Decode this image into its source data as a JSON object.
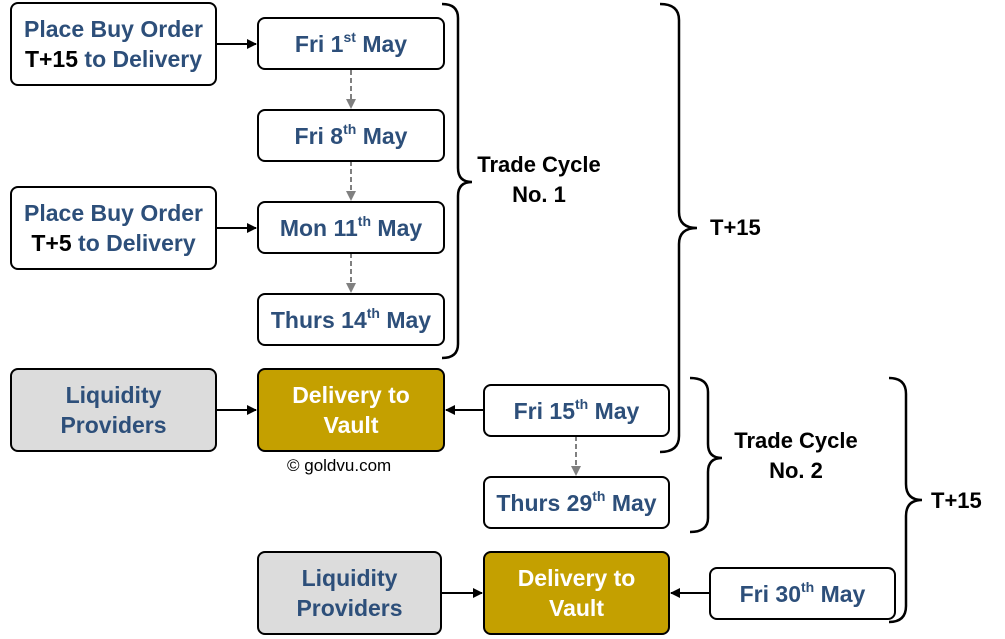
{
  "order_boxes": [
    {
      "line1": "Place Buy Order",
      "line2_highlight": "T+15",
      "line2_rest": " to Delivery"
    },
    {
      "line1": "Place Buy Order",
      "line2_highlight": "T+5",
      "line2_rest": " to Delivery"
    }
  ],
  "dates": [
    {
      "prefix": "Fri 1",
      "sup": "st",
      "suffix": " May"
    },
    {
      "prefix": "Fri 8",
      "sup": "th",
      "suffix": " May"
    },
    {
      "prefix": "Mon 11",
      "sup": "th",
      "suffix": " May"
    },
    {
      "prefix": "Thurs 14",
      "sup": "th",
      "suffix": " May"
    },
    {
      "prefix": "Fri 15",
      "sup": "th",
      "suffix": " May"
    },
    {
      "prefix": "Thurs 29",
      "sup": "th",
      "suffix": " May"
    },
    {
      "prefix": "Fri 30",
      "sup": "th",
      "suffix": " May"
    }
  ],
  "liquidity": {
    "line1": "Liquidity",
    "line2": "Providers"
  },
  "delivery": {
    "line1": "Delivery to",
    "line2": "Vault"
  },
  "trade_cycle_1": {
    "line1": "Trade Cycle",
    "line2": "No. 1"
  },
  "trade_cycle_2": {
    "line1": "Trade Cycle",
    "line2": "No. 2"
  },
  "t15_label": "T+15",
  "copyright": "© goldvu.com",
  "colors": {
    "text_blue": "#2d4f7a",
    "gold": "#c4a000",
    "grey": "#dcdcdc",
    "dashed_arrow": "#808080"
  }
}
